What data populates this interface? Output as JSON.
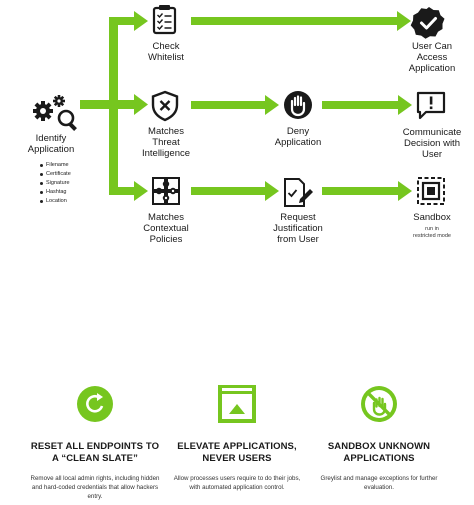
{
  "colors": {
    "accent": "#76c61f",
    "ink": "#1a1a1a"
  },
  "flow": {
    "identify": {
      "label": "Identify\nApplication",
      "icon": "gears-magnifier-icon",
      "attributes": [
        "Filename",
        "Certificate",
        "Signature",
        "Hashtag",
        "Location"
      ]
    },
    "whitelist": {
      "label": "Check\nWhitelist",
      "icon": "checklist-icon"
    },
    "threat": {
      "label": "Matches\nThreat\nIntelligence",
      "icon": "shield-x-icon"
    },
    "policies": {
      "label": "Matches\nContextual\nPolicies",
      "icon": "puzzle-icon"
    },
    "deny": {
      "label": "Deny\nApplication",
      "icon": "hand-stop-icon"
    },
    "justify": {
      "label": "Request\nJustification\nfrom User",
      "icon": "document-pen-icon"
    },
    "access": {
      "label": "User Can\nAccess\nApplication",
      "icon": "check-badge-icon"
    },
    "communicate": {
      "label": "Communicate\nDecision with\nUser",
      "icon": "message-alert-icon"
    },
    "sandbox": {
      "label": "Sandbox",
      "note": "run in\nrestricted mode",
      "icon": "sandbox-frame-icon"
    }
  },
  "features": [
    {
      "icon": "refresh-circle-icon",
      "title": "RESET ALL ENDPOINTS TO\nA “CLEAN SLATE”",
      "description": "Remove all local admin rights, including hidden\nand hard-coded credentials that allow hackers\nentry."
    },
    {
      "icon": "elevate-window-icon",
      "title": "ELEVATE APPLICATIONS,\nNEVER USERS",
      "description": "Allow processes users require to do their jobs,\nwith automated application control."
    },
    {
      "icon": "no-entry-hand-icon",
      "title": "SANDBOX UNKNOWN\nAPPLICATIONS",
      "description": "Greylist and manage exceptions for further\nevaluation."
    }
  ]
}
